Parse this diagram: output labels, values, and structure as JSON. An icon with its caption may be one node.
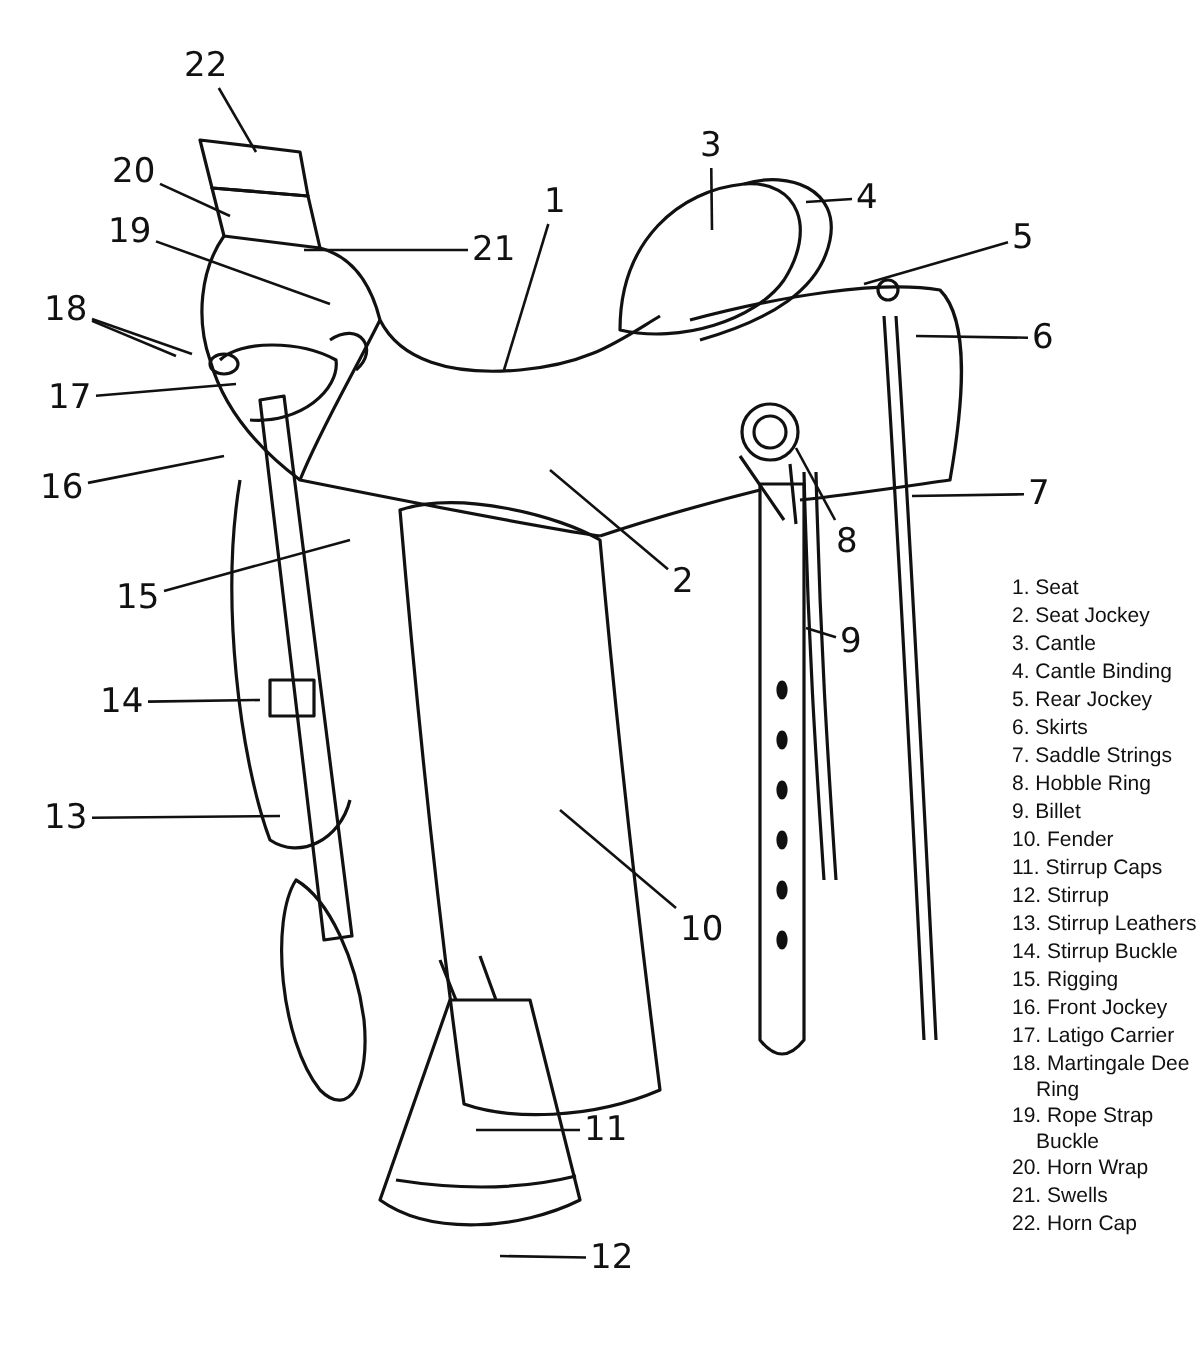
{
  "diagram": {
    "nodes": [
      {
        "text": [
          "1"
        ]
      },
      {
        "text": [
          "2"
        ]
      },
      {
        "text": [
          "3"
        ]
      },
      {
        "text": [
          "4"
        ]
      },
      {
        "text": [
          "5"
        ]
      },
      {
        "text": [
          "6"
        ]
      },
      {
        "text": [
          "7"
        ]
      },
      {
        "text": [
          "8"
        ]
      },
      {
        "text": [
          "9"
        ]
      },
      {
        "text": [
          "10"
        ]
      },
      {
        "text": [
          "11"
        ]
      },
      {
        "text": [
          "12"
        ]
      },
      {
        "text": [
          "13"
        ]
      },
      {
        "text": [
          "14"
        ]
      },
      {
        "text": [
          "15"
        ]
      },
      {
        "text": [
          "16"
        ]
      },
      {
        "text": [
          "17"
        ]
      },
      {
        "text": [
          "18"
        ]
      },
      {
        "text": [
          "19"
        ]
      },
      {
        "text": [
          "20"
        ]
      },
      {
        "text": [
          "21"
        ]
      },
      {
        "text": [
          "22"
        ]
      }
    ],
    "edges": [
      {
        "from": 0,
        "to": null,
        "arrow": "none"
      },
      {
        "from": 1,
        "to": null,
        "arrow": "none"
      },
      {
        "from": 2,
        "to": null,
        "arrow": "none"
      },
      {
        "from": 3,
        "to": null,
        "arrow": "none"
      },
      {
        "from": 4,
        "to": null,
        "arrow": "none"
      },
      {
        "from": 5,
        "to": null,
        "arrow": "none"
      },
      {
        "from": 6,
        "to": null,
        "arrow": "none"
      },
      {
        "from": 7,
        "to": null,
        "arrow": "none"
      },
      {
        "from": 8,
        "to": null,
        "arrow": "none"
      },
      {
        "from": 9,
        "to": null,
        "arrow": "none"
      },
      {
        "from": 10,
        "to": null,
        "arrow": "none"
      },
      {
        "from": 11,
        "to": null,
        "arrow": "none"
      },
      {
        "from": 12,
        "to": null,
        "arrow": "none"
      },
      {
        "from": 13,
        "to": null,
        "arrow": "none"
      },
      {
        "from": 14,
        "to": null,
        "arrow": "none"
      },
      {
        "from": 15,
        "to": null,
        "arrow": "none"
      },
      {
        "from": 16,
        "to": null,
        "arrow": "none"
      },
      {
        "from": 17,
        "to": null,
        "arrow": "none"
      },
      {
        "from": 17,
        "to": null,
        "arrow": "none"
      },
      {
        "from": 18,
        "to": null,
        "arrow": "none"
      },
      {
        "from": 19,
        "to": null,
        "arrow": "none"
      },
      {
        "from": 20,
        "to": null,
        "arrow": "none"
      },
      {
        "from": 21,
        "to": null,
        "arrow": "none"
      }
    ],
    "labels": [
      "1. Seat",
      "2. Seat Jockey",
      "3. Cantle",
      "4. Cantle Binding",
      "5. Rear Jockey",
      "6. Skirts",
      "7. Saddle Strings",
      "8. Hobble Ring",
      "9. Billet",
      "10. Fender",
      "11. Stirrup Caps",
      "12. Stirrup",
      "13. Stirrup Leathers",
      "14. Stirrup Buckle",
      "15. Rigging",
      "16. Front Jockey",
      "17. Latigo Carrier",
      "18. Martingale Dee Ring",
      "19. Rope Strap Buckle",
      "20. Horn Wrap",
      "21. Swells",
      "22. Horn Cap"
    ]
  }
}
